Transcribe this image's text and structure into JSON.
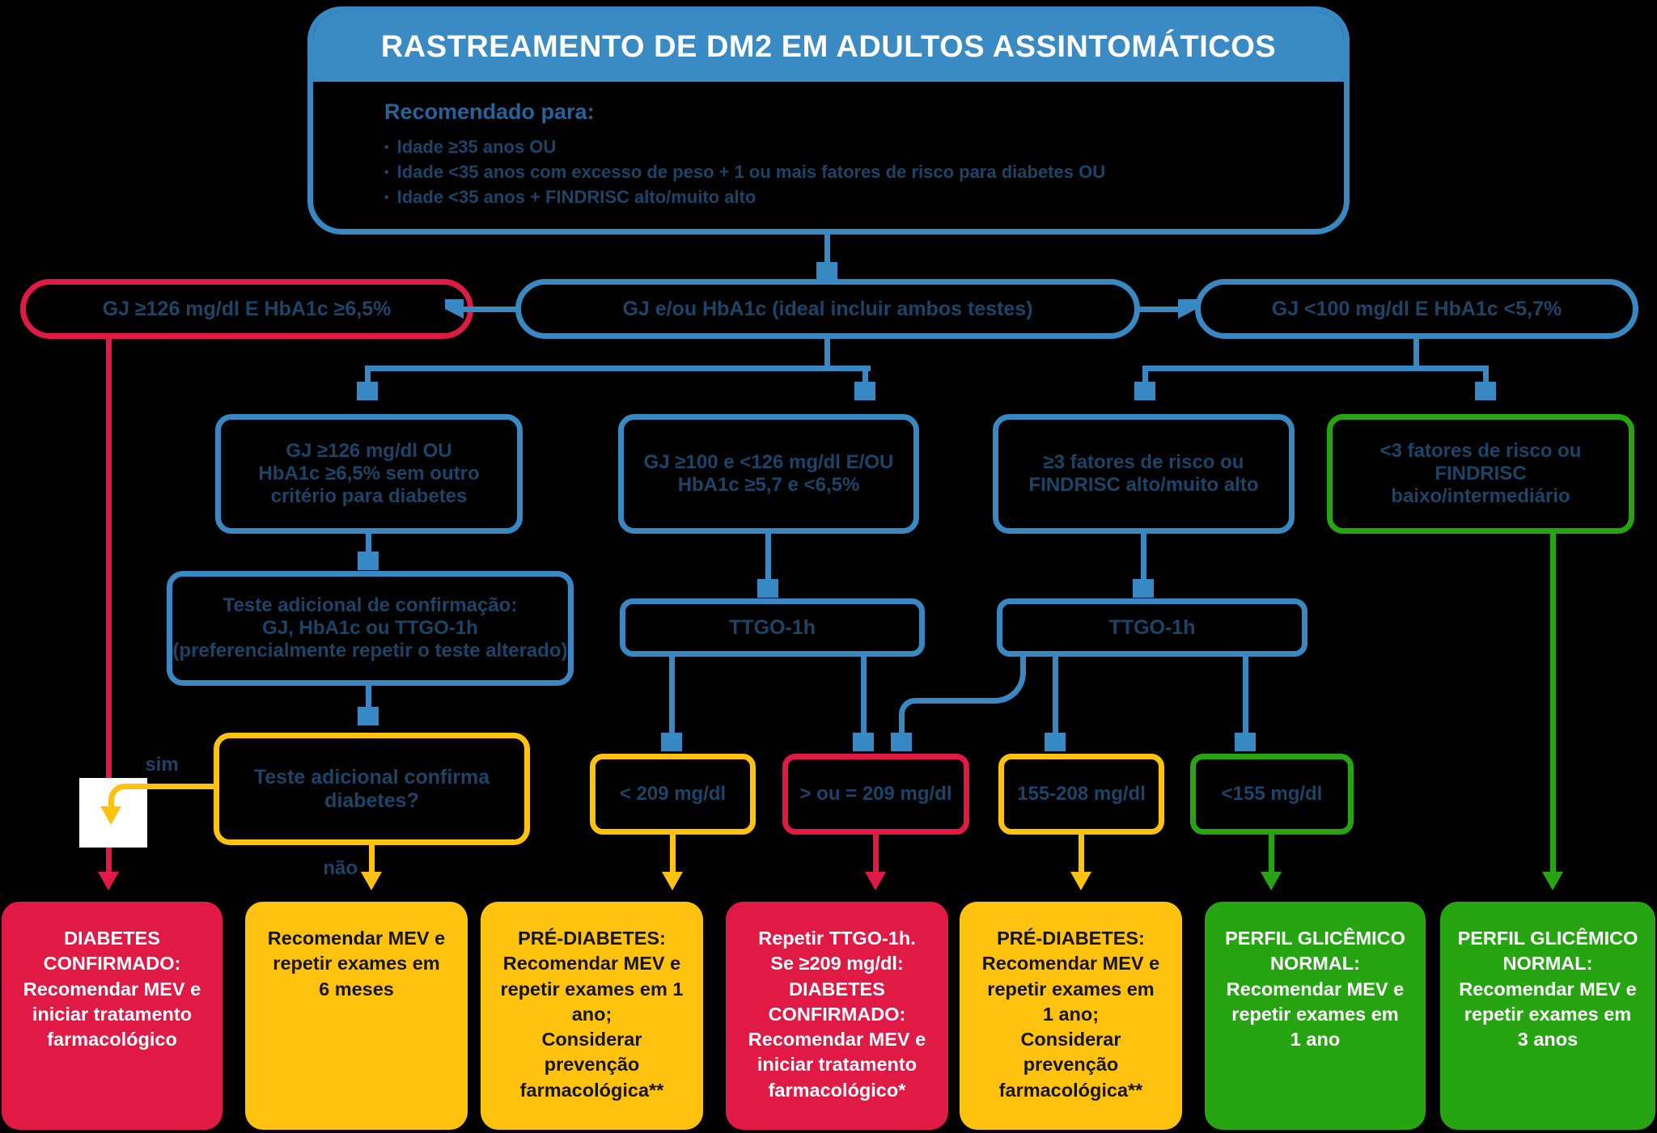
{
  "palette": {
    "blue": "#3888C4",
    "header_fill": "#3A8AC3",
    "navy_text": "#1C4467",
    "red": "#E01945",
    "yellow": "#FFC20E",
    "green": "#26A412",
    "white": "#FFFFFF"
  },
  "header": {
    "title": "RASTREAMENTO DE DM2 EM ADULTOS ASSINTOMÁTICOS",
    "intro": "Recomendado para:",
    "bullets": [
      "Idade ≥35 anos OU",
      "Idade <35 anos com excesso de peso + 1 ou mais fatores de risco para diabetes OU",
      "Idade <35 anos + FINDRISC alto/muito alto"
    ]
  },
  "pills": {
    "diabetes": "GJ ≥126 mg/dl E HbA1c ≥6,5%",
    "screening": "GJ e/ou HbA1c (ideal incluir ambos testes)",
    "normal": "GJ <100 mg/dl E HbA1c <5,7%"
  },
  "criteria": {
    "diabetes_criteria": "GJ ≥126 mg/dl OU\nHbA1c ≥6,5% sem outro\ncritério para diabetes",
    "prediabetes_criteria": "GJ ≥100 e <126 mg/dl E/OU\nHbA1c ≥5,7 e <6,5%",
    "high_risk": "≥3 fatores de risco ou\nFINDRISC alto/muito alto",
    "low_risk": "<3 fatores de risco ou\nFINDRISC\nbaixo/intermediário"
  },
  "confirmation": {
    "test": "Teste adicional de confirmação:\nGJ, HbA1c ou TTGO-1h\n(preferencialmente repetir o teste alterado)",
    "question": "Teste adicional confirma\ndiabetes?",
    "yes_label": "sim",
    "no_label": "não"
  },
  "ttgo": {
    "left": "TTGO-1h",
    "right": "TTGO-1h"
  },
  "results": {
    "lt209": "< 209 mg/dl",
    "gte209": "> ou = 209 mg/dl",
    "range155_208": "155-208 mg/dl",
    "lt155": "<155 mg/dl"
  },
  "outcomes": [
    {
      "color": "red",
      "text": "DIABETES\nCONFIRMADO:\nRecomendar MEV e\niniciar tratamento\nfarmacológico"
    },
    {
      "color": "yellow",
      "text": "Recomendar MEV e\nrepetir exames em\n6 meses"
    },
    {
      "color": "yellow",
      "text": "PRÉ-DIABETES:\nRecomendar MEV e\nrepetir exames em 1\nano;\nConsiderar\nprevenção\nfarmacológica**"
    },
    {
      "color": "red",
      "text": "Repetir TTGO-1h.\nSe ≥209 mg/dl:\nDIABETES\nCONFIRMADO:\nRecomendar MEV e\niniciar tratamento\nfarmacológico*"
    },
    {
      "color": "yellow",
      "text": "PRÉ-DIABETES:\nRecomendar MEV e\nrepetir exames em\n1 ano;\nConsiderar\nprevenção\nfarmacológica**"
    },
    {
      "color": "green",
      "text": "PERFIL GLICÊMICO\nNORMAL:\nRecomendar MEV e\nrepetir exames em\n1 ano"
    },
    {
      "color": "green",
      "text": "PERFIL GLICÊMICO\nNORMAL:\nRecomendar MEV e\nrepetir exames em\n3 anos"
    }
  ]
}
